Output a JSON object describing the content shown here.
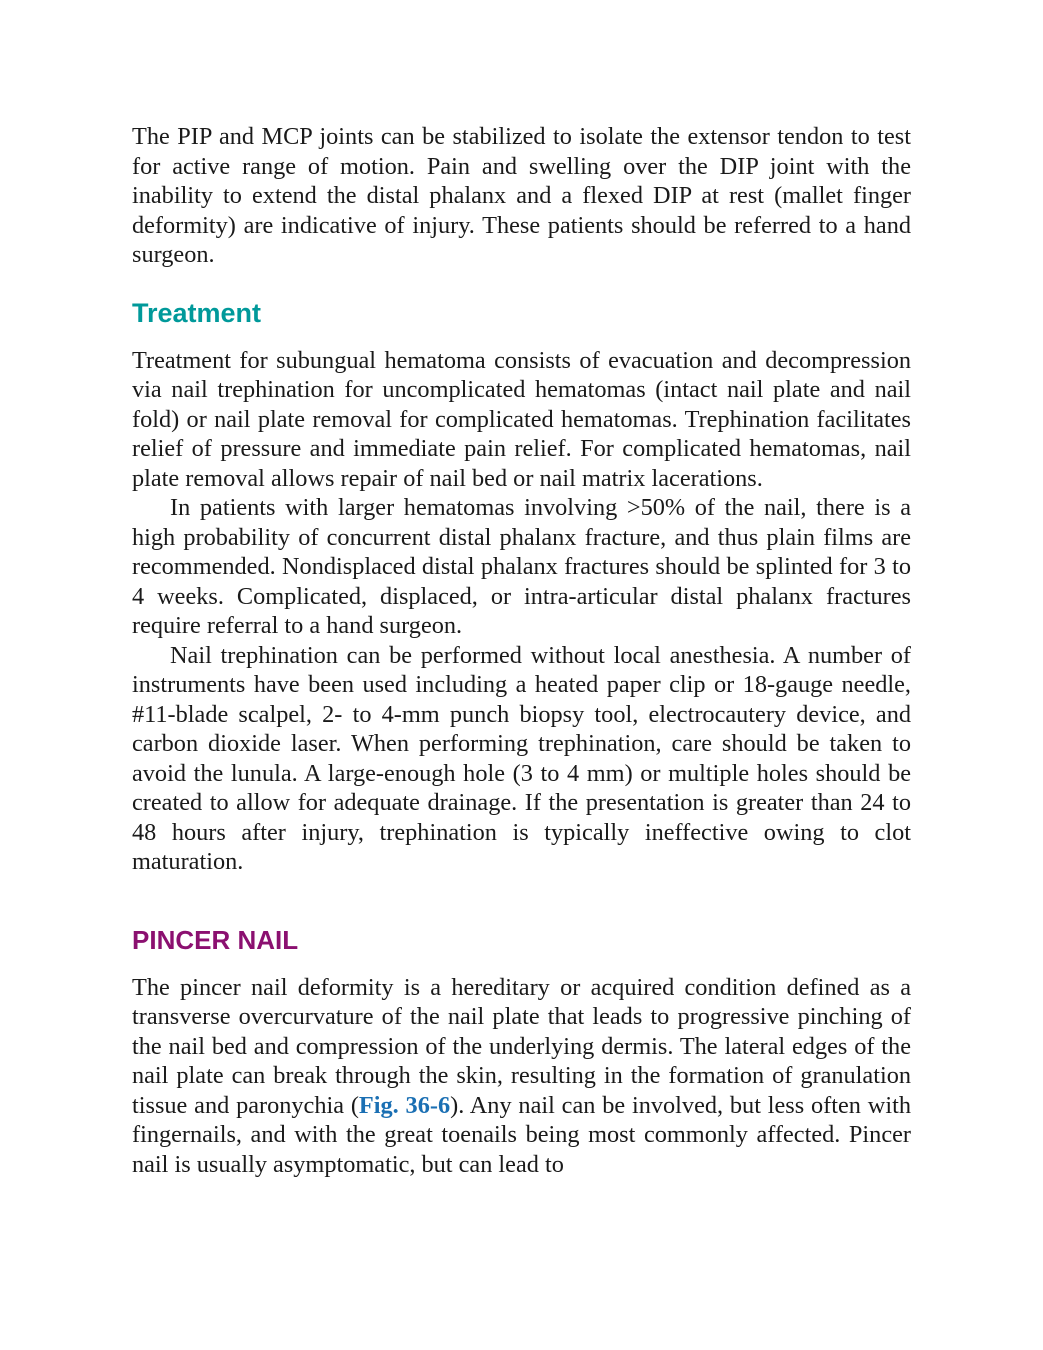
{
  "intro": {
    "paragraph": "The PIP and MCP joints can be stabilized to isolate the extensor tendon to test for active range of motion. Pain and swelling over the DIP joint with the inability to extend the distal phalanx and a flexed DIP at rest (mallet finger deformity) are indicative of injury. These patients should be referred to a hand surgeon."
  },
  "treatment": {
    "heading": "Treatment",
    "paragraphs": [
      "Treatment for subungual hematoma consists of evacuation and decompression via nail trephination for uncomplicated hematomas (intact nail plate and nail fold) or nail plate removal for complicated hematomas. Trephination facilitates relief of pressure and immediate pain relief. For complicated hematomas, nail plate removal allows repair of nail bed or nail matrix lacerations.",
      "In patients with larger hematomas involving >50% of the nail, there is a high probability of concurrent distal phalanx fracture, and thus plain films are recommended. Nondisplaced distal phalanx fractures should be splinted for 3 to 4 weeks. Complicated, displaced, or intra-articular distal phalanx fractures require referral to a hand surgeon.",
      "Nail trephination can be performed without local anesthesia. A number of instruments have been used including a heated paper clip or 18-gauge needle, #11-blade scalpel, 2- to 4-mm punch biopsy tool, electrocautery device, and carbon dioxide laser. When performing trephination, care should be taken to avoid the lunula. A large-enough hole (3 to 4 mm) or multiple holes should be created to allow for adequate drainage. If the presentation is greater than 24 to 48 hours after injury, trephination is typically ineffective owing to clot maturation."
    ]
  },
  "pincer_nail": {
    "heading": "PINCER NAIL",
    "paragraph_before_link": "The pincer nail deformity is a hereditary or acquired condition defined as a transverse overcurvature of the nail plate that leads to progressive pinching of the nail bed and compression of the underlying dermis. The lateral edges of the nail plate can break through the skin, resulting in the formation of granulation tissue and paronychia (",
    "figure_link": "Fig. 36-6",
    "paragraph_after_link": "). Any nail can be involved, but less often with fingernails, and with the great toenails being most commonly affected. Pincer nail is usually asymptomatic, but can lead to"
  },
  "colors": {
    "treatment_heading": "#00999a",
    "pincer_heading": "#8b1070",
    "link": "#1a6fb3"
  }
}
